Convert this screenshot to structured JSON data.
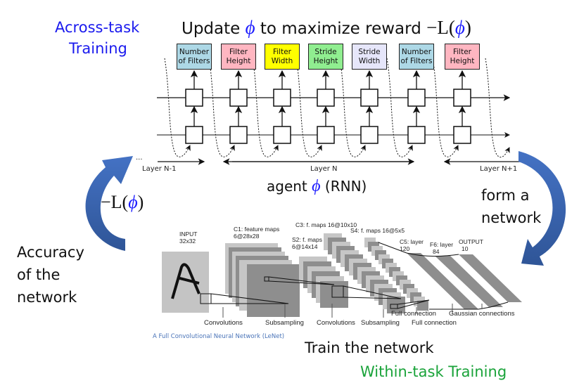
{
  "titles": {
    "across_task_line1": "Across-task",
    "across_task_line2": "Training",
    "within_task": "Within-task Training"
  },
  "headline": {
    "prefix": "Update ",
    "phi": "ϕ",
    "middle": " to maximize reward ",
    "loss_prefix": "−L(",
    "loss_phi": "ϕ",
    "loss_suffix": ")"
  },
  "rnn": {
    "hyperparams": [
      {
        "line1": "Number",
        "line2": "of Filters",
        "color": "#add8e6"
      },
      {
        "line1": "Filter",
        "line2": "Height",
        "color": "#ffb6c1"
      },
      {
        "line1": "Filter",
        "line2": "Width",
        "color": "#ffff00"
      },
      {
        "line1": "Stride",
        "line2": "Height",
        "color": "#90ee90"
      },
      {
        "line1": "Stride",
        "line2": "Width",
        "color": "#e6e6fa"
      },
      {
        "line1": "Number",
        "line2": "of Filters",
        "color": "#add8e6"
      },
      {
        "line1": "Filter",
        "line2": "Height",
        "color": "#ffb6c1"
      }
    ],
    "layers": {
      "prev": "Layer N-1",
      "current": "Layer N",
      "next": "Layer N+1",
      "ellipsis": "..."
    },
    "agent_label": {
      "prefix": "agent ",
      "phi": "ϕ",
      "suffix": " (RNN)"
    }
  },
  "feedback": {
    "loss_prefix": "−L(",
    "loss_phi": "ϕ",
    "loss_suffix": ")",
    "accuracy_lines": [
      "Accuracy",
      "of the",
      "network"
    ],
    "form_lines": [
      "form a",
      "network"
    ],
    "arrow_color": "#3f6cb8"
  },
  "lenet": {
    "labels": {
      "input": [
        "INPUT",
        "32x32"
      ],
      "c1": [
        "C1: feature maps",
        "6@28x28"
      ],
      "s2": [
        "S2: f. maps",
        "6@14x14"
      ],
      "c3": [
        "C3: f. maps 16@10x10"
      ],
      "s4": [
        "S4: f. maps 16@5x5"
      ],
      "c5": [
        "C5: layer",
        "120"
      ],
      "f6": [
        "F6: layer",
        "84"
      ],
      "output": [
        "OUTPUT",
        "10"
      ]
    },
    "stages": {
      "conv1": "Convolutions",
      "sub1": "Subsampling",
      "conv2": "Convolutions",
      "sub2": "Subsampling",
      "full1": "Full connection",
      "full2": "Full connection",
      "gaussian": "Gaussian connections"
    },
    "caption": "A Full Convolutional  Neural Network (LeNet)"
  },
  "train_label": "Train the network"
}
